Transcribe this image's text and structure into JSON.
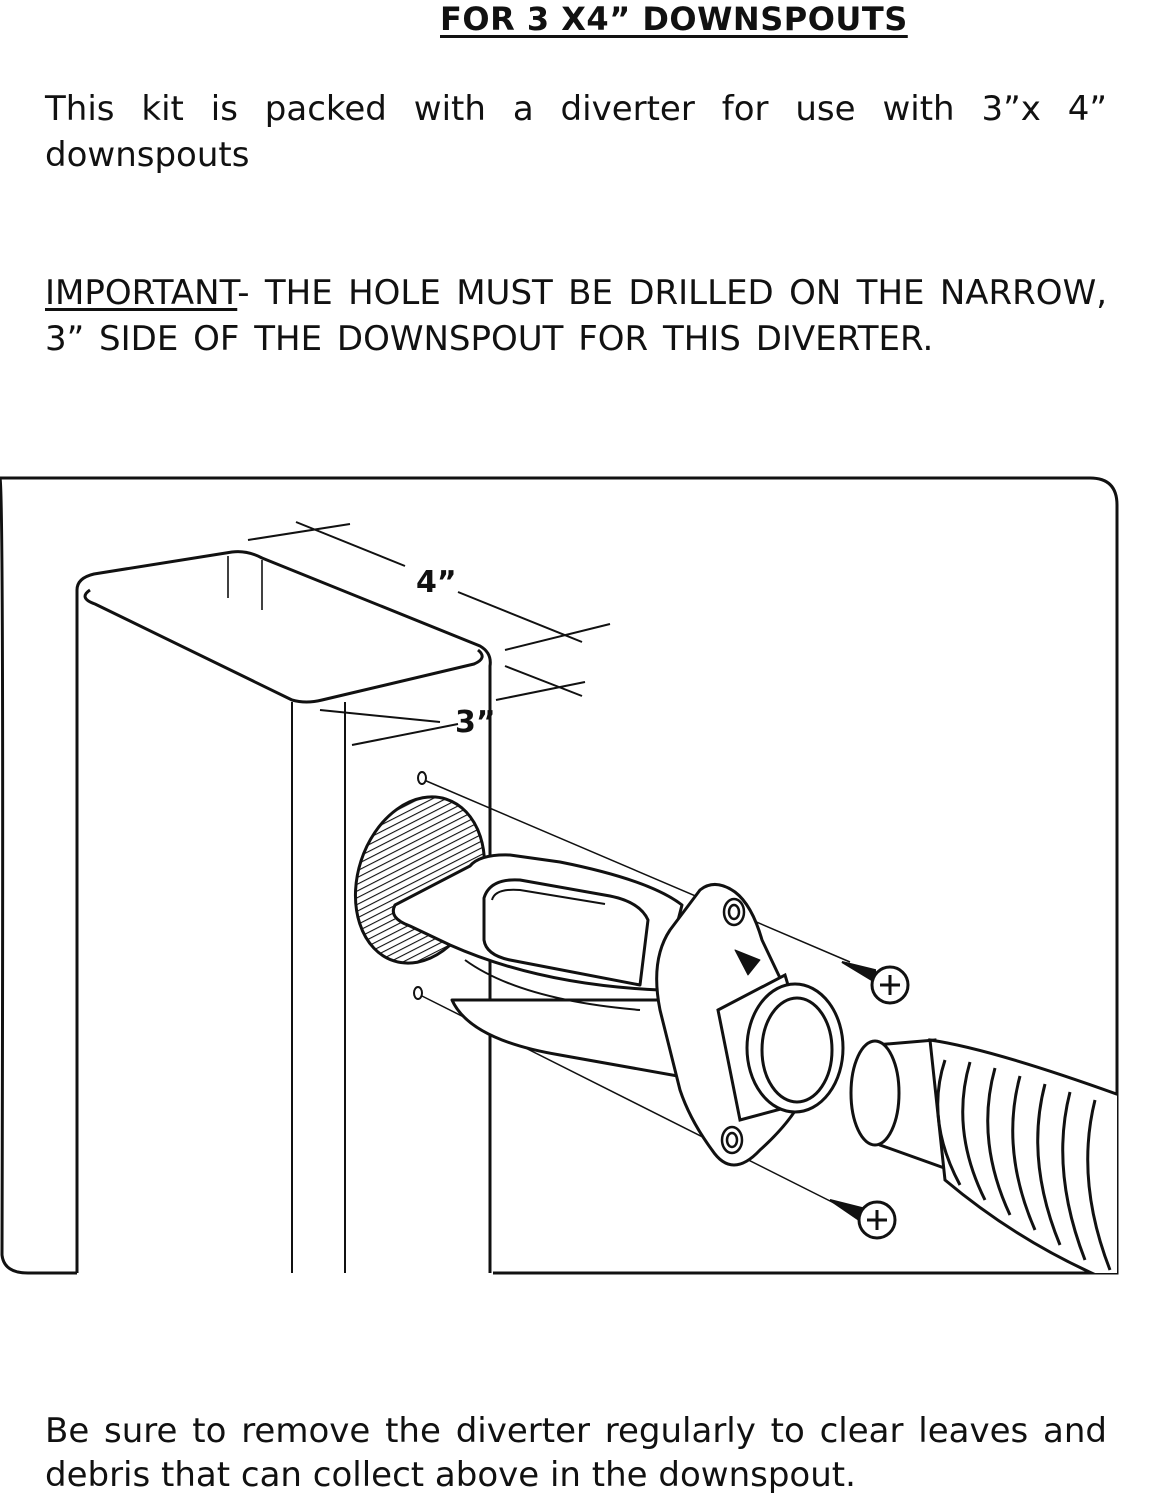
{
  "heading": "FOR 3 X4” DOWNSPOUTS",
  "intro": "This kit is packed with a diverter for use with 3”x 4” downspouts",
  "important": {
    "label": "IMPORTANT",
    "text": "- THE HOLE MUST BE DRILLED ON THE NARROW, 3” SIDE OF THE DOWNSPOUT FOR THIS DIVERTER."
  },
  "diagram": {
    "dim_wide": "4”",
    "dim_narrow": "3”"
  },
  "footer": "Be sure to remove the diverter regularly to clear leaves and debris that can collect above in the downspout."
}
